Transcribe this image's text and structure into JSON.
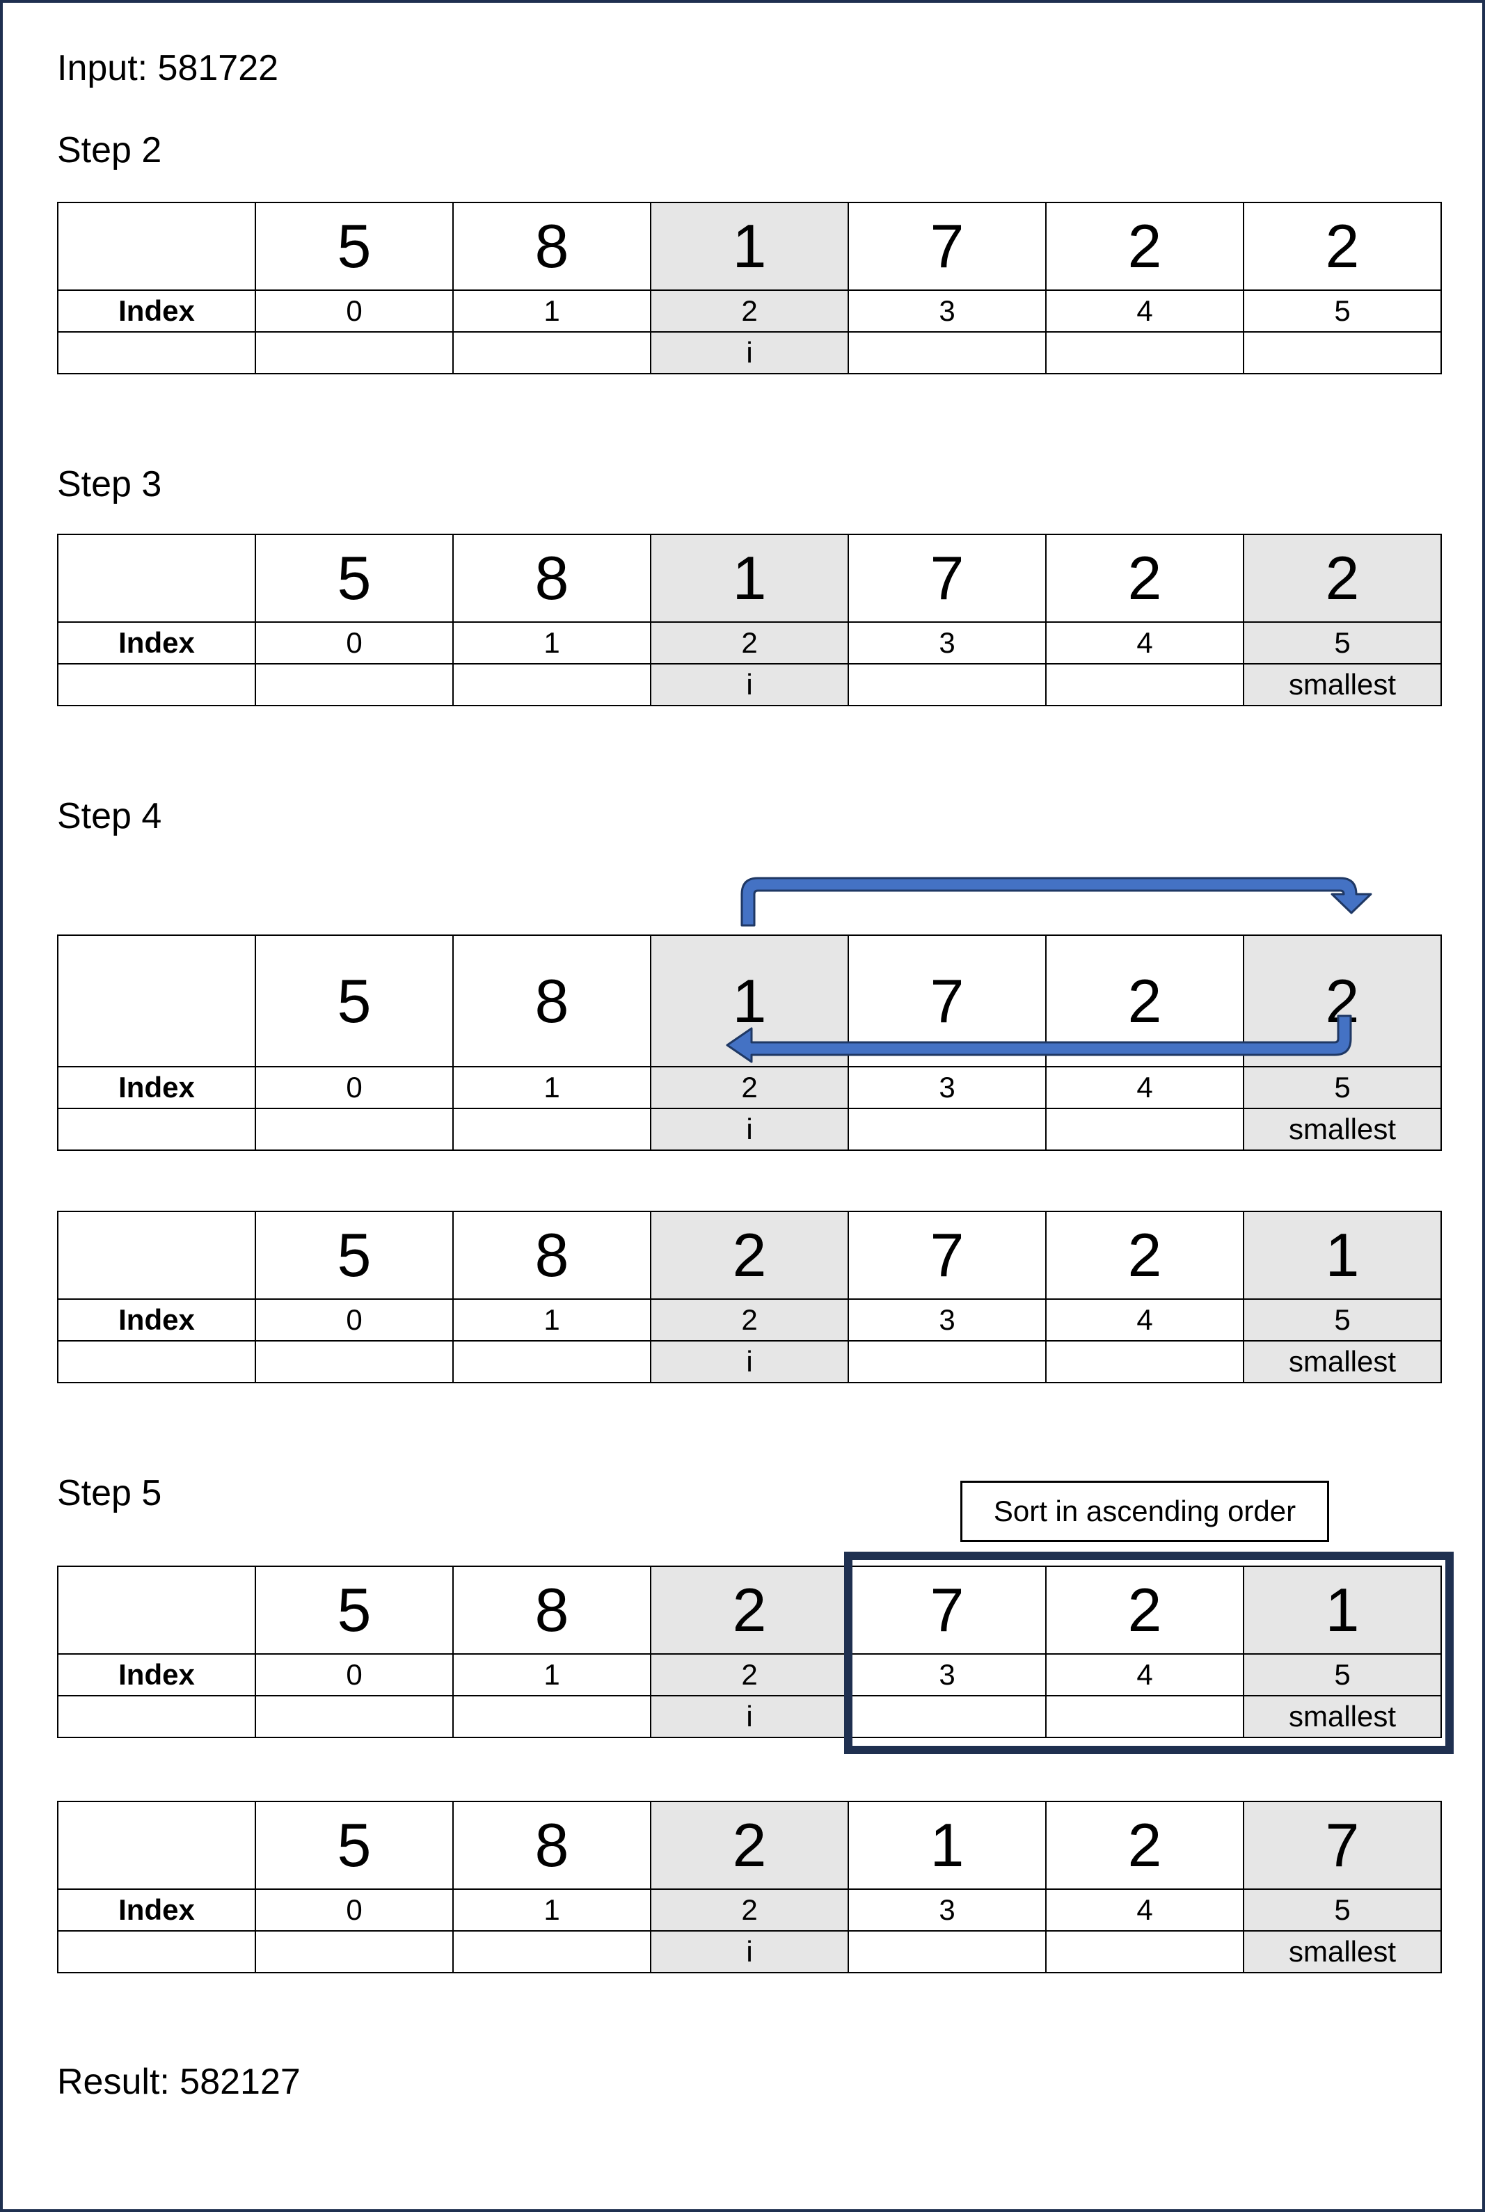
{
  "input_label": "Input: 581722",
  "result_label": "Result: 582127",
  "note": "Sort in ascending order",
  "row_labels": {
    "index": "Index"
  },
  "steps": {
    "step2": {
      "title": "Step 2"
    },
    "step3": {
      "title": "Step 3"
    },
    "step4": {
      "title": "Step 4"
    },
    "step5": {
      "title": "Step 5"
    }
  },
  "tables": [
    {
      "values": [
        "5",
        "8",
        "1",
        "7",
        "2",
        "2"
      ],
      "indices": [
        "0",
        "1",
        "2",
        "3",
        "4",
        "5"
      ],
      "marks": [
        "",
        "",
        "i",
        "",
        "",
        ""
      ],
      "highlight": [
        2
      ]
    },
    {
      "values": [
        "5",
        "8",
        "1",
        "7",
        "2",
        "2"
      ],
      "indices": [
        "0",
        "1",
        "2",
        "3",
        "4",
        "5"
      ],
      "marks": [
        "",
        "",
        "i",
        "",
        "",
        "smallest"
      ],
      "highlight": [
        2,
        5
      ]
    },
    {
      "values": [
        "5",
        "8",
        "1",
        "7",
        "2",
        "2"
      ],
      "indices": [
        "0",
        "1",
        "2",
        "3",
        "4",
        "5"
      ],
      "marks": [
        "",
        "",
        "i",
        "",
        "",
        "smallest"
      ],
      "highlight": [
        2,
        5
      ]
    },
    {
      "values": [
        "5",
        "8",
        "2",
        "7",
        "2",
        "1"
      ],
      "indices": [
        "0",
        "1",
        "2",
        "3",
        "4",
        "5"
      ],
      "marks": [
        "",
        "",
        "i",
        "",
        "",
        "smallest"
      ],
      "highlight": [
        2,
        5
      ]
    },
    {
      "values": [
        "5",
        "8",
        "2",
        "7",
        "2",
        "1"
      ],
      "indices": [
        "0",
        "1",
        "2",
        "3",
        "4",
        "5"
      ],
      "marks": [
        "",
        "",
        "i",
        "",
        "",
        "smallest"
      ],
      "highlight": [
        2,
        5
      ]
    },
    {
      "values": [
        "5",
        "8",
        "2",
        "1",
        "2",
        "7"
      ],
      "indices": [
        "0",
        "1",
        "2",
        "3",
        "4",
        "5"
      ],
      "marks": [
        "",
        "",
        "i",
        "",
        "",
        "smallest"
      ],
      "highlight": [
        2,
        5
      ]
    }
  ],
  "colors": {
    "arrow_fill": "#4472c4",
    "arrow_stroke": "#1f3864",
    "bracket": "#1f3050",
    "highlight": "#e6e6e6"
  }
}
